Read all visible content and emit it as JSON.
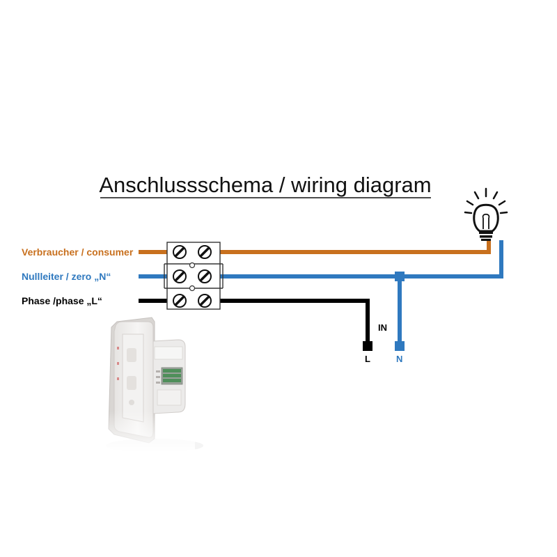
{
  "title": "Anschlussschema / wiring diagram",
  "wires": {
    "consumer": {
      "label": "Verbraucher / consumer",
      "color": "#c8701e"
    },
    "neutral": {
      "label": "Nullleiter / zero „N“",
      "color": "#2f79bf"
    },
    "phase": {
      "label": "Phase /phase „L“",
      "color": "#000000"
    }
  },
  "input": {
    "label": "IN",
    "terminal_l": "L",
    "terminal_n": "N"
  },
  "icons": {
    "lamp": "light-bulb-icon",
    "terminal_block": "terminal-block",
    "device": "motion-sensor-device"
  }
}
